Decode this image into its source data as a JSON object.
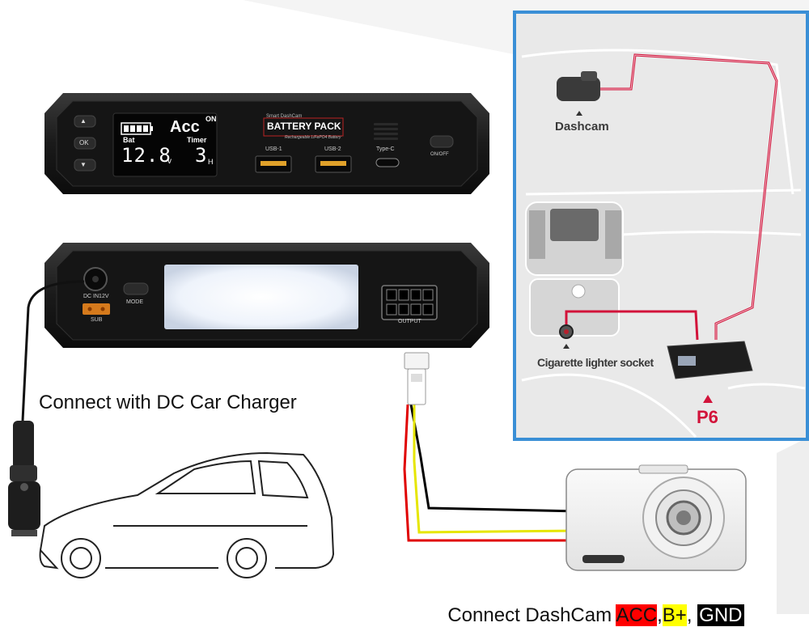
{
  "front_panel": {
    "lcd_acc": "Acc",
    "lcd_on": "ON",
    "lcd_bat": "Bat",
    "lcd_timer": "Timer",
    "lcd_voltage": "12.8",
    "lcd_voltage_unit": "v",
    "lcd_timer_value": "3",
    "lcd_timer_unit": "H",
    "btn_up": "▲",
    "btn_ok": "OK",
    "btn_down": "▼",
    "brand_small": "Smart DashCam",
    "brand_title": "BATTERY PACK",
    "brand_sub": "Rechargeable LiFePO4 Battery",
    "usb1": "USB-1",
    "usb2": "USB-2",
    "typec": "Type-C",
    "onoff": "ON/OFF"
  },
  "back_panel": {
    "dc_in": "DC IN12V",
    "sub": "SUB",
    "mode": "MODE",
    "output": "OUTPUT"
  },
  "install_diagram": {
    "dashcam_label": "Dashcam",
    "cigarette_label": "Cigarette lighter socket",
    "p6_label": "P6"
  },
  "captions": {
    "dc_charger": "Connect with DC Car Charger",
    "dashcam_prefix": "Connect DashCam ",
    "acc": "ACC",
    "comma1": ",",
    "bplus": "B+",
    "comma2": ", ",
    "gnd": "GND"
  },
  "colors": {
    "acc_bg": "#ff0000",
    "bplus_bg": "#ffff00",
    "gnd_bg": "#000000",
    "frame_border": "#3a8fd6",
    "p6_red": "#d2133a"
  }
}
